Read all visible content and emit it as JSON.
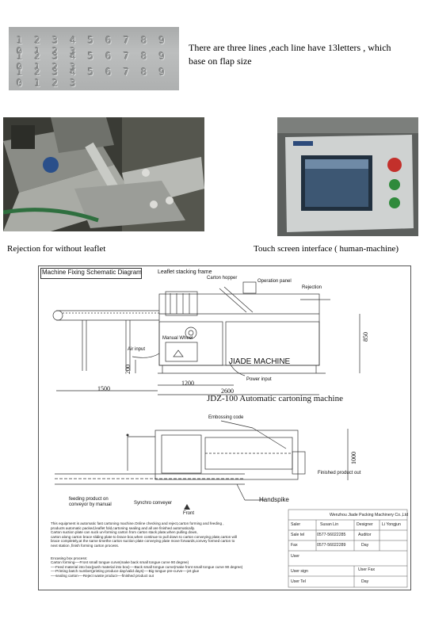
{
  "emboss": {
    "rows": [
      "1 2 3 4 5 6 7 8 9 0 1 2 3",
      "1 2 3 4 5 6 7 8 9 0 1 2 3",
      "1 2 3 4 5 6 7 8 9 0 1 2 3"
    ],
    "description": "There are three lines ,each line have 13letters , which base on flap size"
  },
  "photos": {
    "left_caption": "Rejection for without leaflet",
    "right_caption": "Touch screen interface ( human-machine)"
  },
  "drawing": {
    "diagram_title": "Machine Fixing Schematic Diagram",
    "labels": {
      "leaflet_stacking_frame": "Leaflet stacking frame",
      "carton_hopper": "Carton hopper",
      "operation_panel": "Operation panel",
      "rejection": "Rejection",
      "manual_wheel": "Manual Wheel",
      "air_input": "Air input",
      "jiade_machine": "JIADE MACHINE",
      "power_input": "Power input",
      "embossing_code": "Embossing code",
      "finished_product_out": "Finished product out",
      "feeding_product": "feeding product on conveyor by manual",
      "synchro_conveyer": "Synchro conveyer",
      "handspike": "Handspike",
      "front": "Front"
    },
    "dimensions": {
      "d850": "850",
      "d200": "200",
      "d1500": "1500",
      "d1200": "1200",
      "d2600": "2600",
      "d1000": "1000"
    },
    "machine_title": "JDZ-100 Automatic cartoning machine",
    "description_lines": [
      "This equipment is automatic fast cartoning machine.Online checking and reject,carton forming and feeding ,",
      "products automatic packed,leaflet fold,cartoning sealing and  all are finished automatically.",
      "Carton suction plate can suck un-forming carton from carton stack plate,when pulling down,",
      "carton along carton brace sliding plate to brace box,when continue to pull down to carton conveying plate,carton will",
      "brace completely,at the same timethe carton suction plate conveying plate move forwards,convey formed carton to",
      "next station ,finish forming carton process.",
      "",
      "Encasing box process:",
      "Carton forming—-Front small tongue curve(make back small tongue curve 90 degree)",
      "—-Feed material into box(push material into box)—-Back small tongue curve(make front small tongue curve 90 degree)",
      "—-Printing batch number(printing produce day/valid days)—-Big tongue pre-curve—-jet glue",
      "—-sealing carton—-Reject waste product—-finished product out"
    ],
    "title_block": {
      "company": "Wenzhou Jiade Packing Machinery Co.,Ltd",
      "saler_label": "Saler",
      "saler_name": "Susan Lin",
      "designer_label": "Designer",
      "designer_name": "Li Yongjun",
      "sale_tel_label": "Sale tel",
      "sale_tel": "0577-56022285",
      "auditor_label": "Auditor",
      "fax_label": "Fax",
      "fax": "0577-56022289",
      "day_label": "Day",
      "user_label": "User",
      "user_sign_label": "User sign",
      "user_fax_label": "User Fax",
      "user_tel_label": "User Tel",
      "day_label2": "Day"
    }
  },
  "colors": {
    "photo_left_bg": "#3d3e38",
    "photo_right_bg": "#676a68",
    "panel_grey": "#c9cccb",
    "screen_blue": "#3d5773",
    "button_red": "#c3302b",
    "button_green": "#2f8a3b"
  }
}
